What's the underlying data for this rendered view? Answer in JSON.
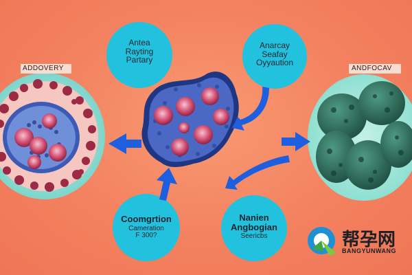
{
  "labels": {
    "left": "ADDOVERY",
    "right": "ANDFOCAV"
  },
  "bubbles": {
    "top_left": [
      "Antea",
      "Rayting",
      "Partary"
    ],
    "top_right": [
      "Anarcay",
      "Seafay",
      "Oyyaution"
    ],
    "bottom_left": [
      "Coomgrtion",
      "Cameration",
      "F 300?"
    ],
    "bottom_right": [
      "Nanien",
      "Angbogian",
      "Seericbs"
    ]
  },
  "watermark": {
    "cn": "帮孕网",
    "en": "BANGYUNWANG"
  },
  "colors": {
    "background": "#f3815f",
    "bubble": "#22c1dd",
    "arrow": "#1e5fe0",
    "cell_blue": "#2e4fa8",
    "cluster_green": "#2f6e5c"
  }
}
